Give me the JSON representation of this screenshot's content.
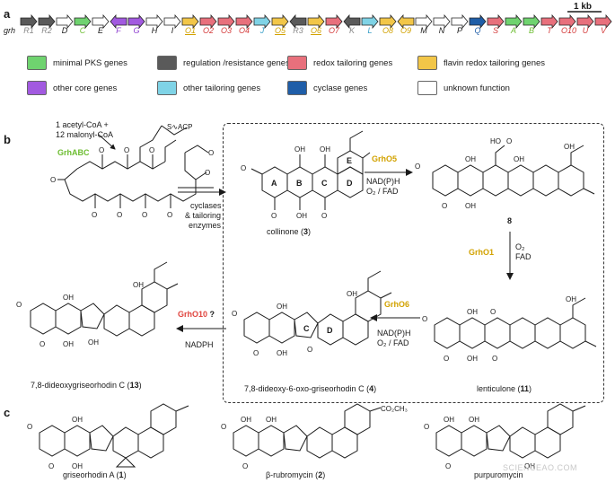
{
  "panels": {
    "a": "a",
    "b": "b",
    "c": "c"
  },
  "scale_bar": {
    "label": "1 kb"
  },
  "cluster_prefix": "grh",
  "colors": {
    "minimal_pks": "#6fd36f",
    "regulation": "#5a5a5a",
    "redox": "#e8707c",
    "flavin": "#f2c648",
    "other_core": "#a25ae0",
    "other_tailoring": "#7fd3e6",
    "cyclase": "#1f5ea8",
    "unknown": "#ffffff",
    "enzyme_yellow": "#d2a200",
    "enzyme_red": "#e0453f",
    "enzyme_green": "#6cbd30"
  },
  "genes": [
    {
      "label": "R1",
      "color": "regulation",
      "dir": "r"
    },
    {
      "label": "R2",
      "color": "regulation",
      "dir": "r"
    },
    {
      "label": "D",
      "color": "unknown",
      "dir": "r"
    },
    {
      "label": "C",
      "color": "minimal_pks",
      "dir": "r"
    },
    {
      "label": "E",
      "color": "unknown",
      "dir": "r"
    },
    {
      "label": "F",
      "color": "other_core",
      "dir": "l"
    },
    {
      "label": "G",
      "color": "other_core",
      "dir": "r"
    },
    {
      "label": "H",
      "color": "unknown",
      "dir": "r"
    },
    {
      "label": "I",
      "color": "unknown",
      "dir": "r"
    },
    {
      "label": "O1",
      "color": "flavin",
      "dir": "r",
      "underline": true
    },
    {
      "label": "O2",
      "color": "redox",
      "dir": "r"
    },
    {
      "label": "O3",
      "color": "redox",
      "dir": "r"
    },
    {
      "label": "O4",
      "color": "redox",
      "dir": "r"
    },
    {
      "label": "J",
      "color": "other_tailoring",
      "dir": "r"
    },
    {
      "label": "O5",
      "color": "flavin",
      "dir": "r",
      "underline": true
    },
    {
      "label": "R3",
      "color": "regulation",
      "dir": "l"
    },
    {
      "label": "O6",
      "color": "flavin",
      "dir": "r",
      "underline": true
    },
    {
      "label": "O7",
      "color": "redox",
      "dir": "r"
    },
    {
      "label": "K",
      "color": "regulation",
      "dir": "l"
    },
    {
      "label": "L",
      "color": "other_tailoring",
      "dir": "r"
    },
    {
      "label": "O8",
      "color": "flavin",
      "dir": "r"
    },
    {
      "label": "O9",
      "color": "flavin",
      "dir": "l"
    },
    {
      "label": "M",
      "color": "unknown",
      "dir": "r"
    },
    {
      "label": "N",
      "color": "unknown",
      "dir": "r"
    },
    {
      "label": "P",
      "color": "unknown",
      "dir": "r"
    },
    {
      "label": "Q",
      "color": "cyclase",
      "dir": "r"
    },
    {
      "label": "S",
      "color": "redox",
      "dir": "r"
    },
    {
      "label": "A",
      "color": "minimal_pks",
      "dir": "r"
    },
    {
      "label": "B",
      "color": "minimal_pks",
      "dir": "r"
    },
    {
      "label": "T",
      "color": "redox",
      "dir": "r"
    },
    {
      "label": "O10",
      "color": "redox",
      "dir": "r"
    },
    {
      "label": "U",
      "color": "redox",
      "dir": "r"
    },
    {
      "label": "V",
      "color": "redox",
      "dir": "r"
    }
  ],
  "legend": [
    {
      "label": "minimal PKS genes",
      "color": "minimal_pks"
    },
    {
      "label": "regulation /resistance genes",
      "color": "regulation"
    },
    {
      "label": "redox tailoring genes",
      "color": "redox"
    },
    {
      "label": "flavin redox tailoring genes",
      "color": "flavin"
    },
    {
      "label": "other core genes",
      "color": "other_core"
    },
    {
      "label": "other tailoring genes",
      "color": "other_tailoring"
    },
    {
      "label": "cyclase genes",
      "color": "cyclase"
    },
    {
      "label": "unknown function",
      "color": "unknown"
    }
  ],
  "scheme": {
    "starter_line1": "1 acetyl-CoA +",
    "starter_line2": "12 malonyl-CoA",
    "enzyme_pks": "GrhABC",
    "acp": "S∿ACP",
    "arrow1_line1": "cyclases",
    "arrow1_line2": "& tailoring",
    "arrow1_line3": "enzymes",
    "ring_A": "A",
    "ring_B": "B",
    "ring_C": "C",
    "ring_D": "D",
    "ring_E": "E",
    "collinone": "collinone (",
    "collinone_num": "3",
    "enzyme_o5": "GrhO5",
    "cof_o5_1": "NAD(P)H",
    "cof_o5_2": "O₂ / FAD",
    "cpd8": "8",
    "enzyme_o1": "GrhO1",
    "cof_o1_1": "O₂",
    "cof_o1_2": "FAD",
    "lenticulone": "lenticulone (",
    "lenticulone_num": "11",
    "enzyme_o6": "GrhO6",
    "cof_o6_1": "NAD(P)H",
    "cof_o6_2": "O₂ / FAD",
    "cpd4": "7,8-dideoxy-6-oxo-griseorhodin C (",
    "cpd4_num": "4",
    "enzyme_o10": "GrhO10",
    "q_mark": "?",
    "cof_o10": "NADPH",
    "cpd13": "7,8-dideoxygriseorhodin C (",
    "cpd13_num": "13",
    "close": ")"
  },
  "products": {
    "griseorhodin": "griseorhodin A (",
    "griseorhodin_num": "1",
    "rubromycin": "β-rubromycin (",
    "rubromycin_num": "2",
    "purpuromycin": "purpuromycin",
    "co2ch3": "CO₂CH₃"
  },
  "watermark": "SCIENCEAO.COM"
}
